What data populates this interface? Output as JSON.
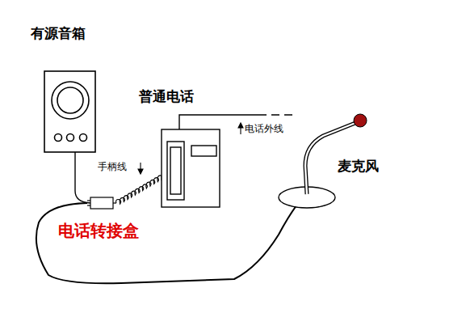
{
  "diagram": {
    "labels": [
      "有源音箱",
      "普通电话",
      "电话外线",
      "手柄线",
      "电话转接盒",
      "麦克风"
    ]
  }
}
